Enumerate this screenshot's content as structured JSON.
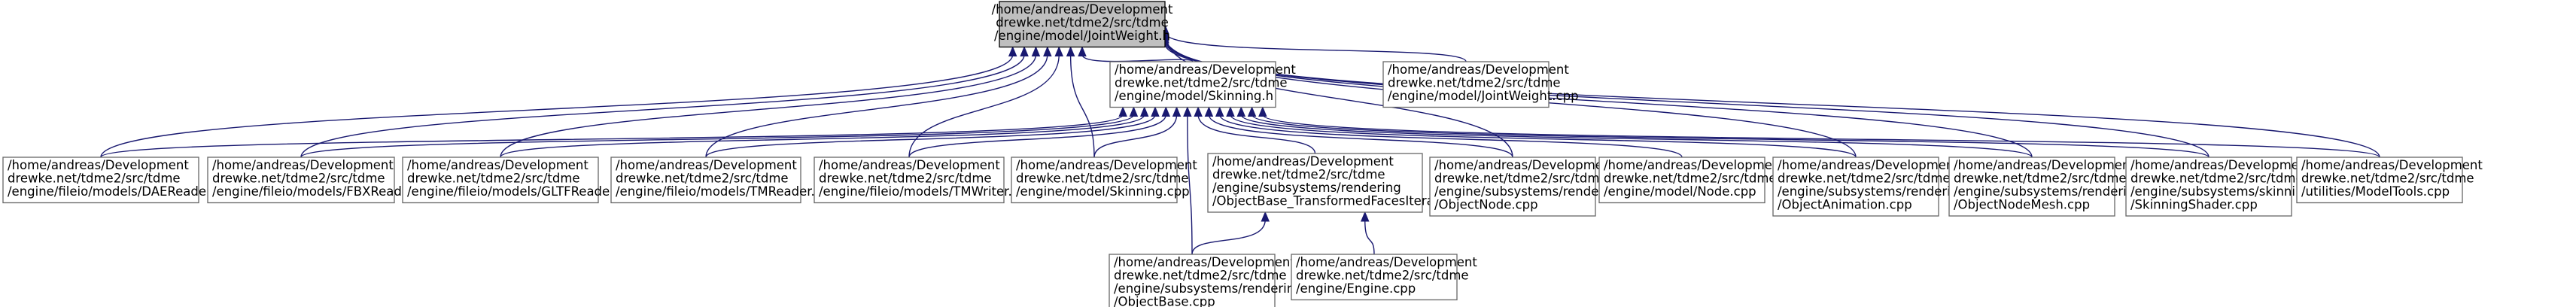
{
  "nodes": [
    {
      "id": "joint_h",
      "root": true,
      "lines": [
        "/home/andreas/Development",
        "drewke.net/tdme2/src/tdme",
        "/engine/model/JointWeight.h"
      ]
    },
    {
      "id": "skinning_h",
      "lines": [
        "/home/andreas/Development",
        "drewke.net/tdme2/src/tdme",
        "/engine/model/Skinning.h"
      ]
    },
    {
      "id": "jointweight_cpp",
      "lines": [
        "/home/andreas/Development",
        "drewke.net/tdme2/src/tdme",
        "/engine/model/JointWeight.cpp"
      ]
    },
    {
      "id": "dae",
      "lines": [
        "/home/andreas/Development",
        "drewke.net/tdme2/src/tdme",
        "/engine/fileio/models/DAEReader.cpp"
      ]
    },
    {
      "id": "fbx",
      "lines": [
        "/home/andreas/Development",
        "drewke.net/tdme2/src/tdme",
        "/engine/fileio/models/FBXReader.cpp"
      ]
    },
    {
      "id": "gltf",
      "lines": [
        "/home/andreas/Development",
        "drewke.net/tdme2/src/tdme",
        "/engine/fileio/models/GLTFReader.cpp"
      ]
    },
    {
      "id": "tmreader",
      "lines": [
        "/home/andreas/Development",
        "drewke.net/tdme2/src/tdme",
        "/engine/fileio/models/TMReader.cpp"
      ]
    },
    {
      "id": "tmwriter",
      "lines": [
        "/home/andreas/Development",
        "drewke.net/tdme2/src/tdme",
        "/engine/fileio/models/TMWriter.cpp"
      ]
    },
    {
      "id": "skinning_cpp",
      "lines": [
        "/home/andreas/Development",
        "drewke.net/tdme2/src/tdme",
        "/engine/model/Skinning.cpp"
      ]
    },
    {
      "id": "obase_tfi",
      "lines": [
        "/home/andreas/Development",
        "drewke.net/tdme2/src/tdme",
        "/engine/subsystems/rendering",
        "/ObjectBase_TransformedFacesIterator.h"
      ]
    },
    {
      "id": "objectnode",
      "lines": [
        "/home/andreas/Development",
        "drewke.net/tdme2/src/tdme",
        "/engine/subsystems/rendering",
        "/ObjectNode.cpp"
      ]
    },
    {
      "id": "node_cpp",
      "lines": [
        "/home/andreas/Development",
        "drewke.net/tdme2/src/tdme",
        "/engine/model/Node.cpp"
      ]
    },
    {
      "id": "objanim",
      "lines": [
        "/home/andreas/Development",
        "drewke.net/tdme2/src/tdme",
        "/engine/subsystems/rendering",
        "/ObjectAnimation.cpp"
      ]
    },
    {
      "id": "objnodemesh",
      "lines": [
        "/home/andreas/Development",
        "drewke.net/tdme2/src/tdme",
        "/engine/subsystems/rendering",
        "/ObjectNodeMesh.cpp"
      ]
    },
    {
      "id": "skinshader",
      "lines": [
        "/home/andreas/Development",
        "drewke.net/tdme2/src/tdme",
        "/engine/subsystems/skinning",
        "/SkinningShader.cpp"
      ]
    },
    {
      "id": "modeltools",
      "lines": [
        "/home/andreas/Development",
        "drewke.net/tdme2/src/tdme",
        "/utilities/ModelTools.cpp"
      ]
    },
    {
      "id": "objectbase",
      "lines": [
        "/home/andreas/Development",
        "drewke.net/tdme2/src/tdme",
        "/engine/subsystems/rendering",
        "/ObjectBase.cpp"
      ]
    },
    {
      "id": "engine",
      "lines": [
        "/home/andreas/Development",
        "drewke.net/tdme2/src/tdme",
        "/engine/Engine.cpp"
      ]
    }
  ],
  "edges": [
    {
      "from": "skinning_h",
      "to": "joint_h"
    },
    {
      "from": "jointweight_cpp",
      "to": "joint_h"
    },
    {
      "from": "dae",
      "to": "joint_h"
    },
    {
      "from": "fbx",
      "to": "joint_h"
    },
    {
      "from": "gltf",
      "to": "joint_h"
    },
    {
      "from": "tmreader",
      "to": "joint_h"
    },
    {
      "from": "tmwriter",
      "to": "joint_h"
    },
    {
      "from": "skinning_cpp",
      "to": "joint_h"
    },
    {
      "from": "objectnode",
      "to": "joint_h"
    },
    {
      "from": "objanim",
      "to": "joint_h"
    },
    {
      "from": "objnodemesh",
      "to": "joint_h"
    },
    {
      "from": "skinshader",
      "to": "joint_h"
    },
    {
      "from": "modeltools",
      "to": "joint_h"
    },
    {
      "from": "dae",
      "to": "skinning_h"
    },
    {
      "from": "fbx",
      "to": "skinning_h"
    },
    {
      "from": "gltf",
      "to": "skinning_h"
    },
    {
      "from": "tmreader",
      "to": "skinning_h"
    },
    {
      "from": "tmwriter",
      "to": "skinning_h"
    },
    {
      "from": "skinning_cpp",
      "to": "skinning_h"
    },
    {
      "from": "obase_tfi",
      "to": "skinning_h"
    },
    {
      "from": "objectbase",
      "to": "skinning_h"
    },
    {
      "from": "objectnode",
      "to": "skinning_h"
    },
    {
      "from": "node_cpp",
      "to": "skinning_h"
    },
    {
      "from": "objanim",
      "to": "skinning_h"
    },
    {
      "from": "objnodemesh",
      "to": "skinning_h"
    },
    {
      "from": "skinshader",
      "to": "skinning_h"
    },
    {
      "from": "modeltools",
      "to": "skinning_h"
    },
    {
      "from": "objectbase",
      "to": "obase_tfi"
    },
    {
      "from": "engine",
      "to": "obase_tfi"
    }
  ]
}
